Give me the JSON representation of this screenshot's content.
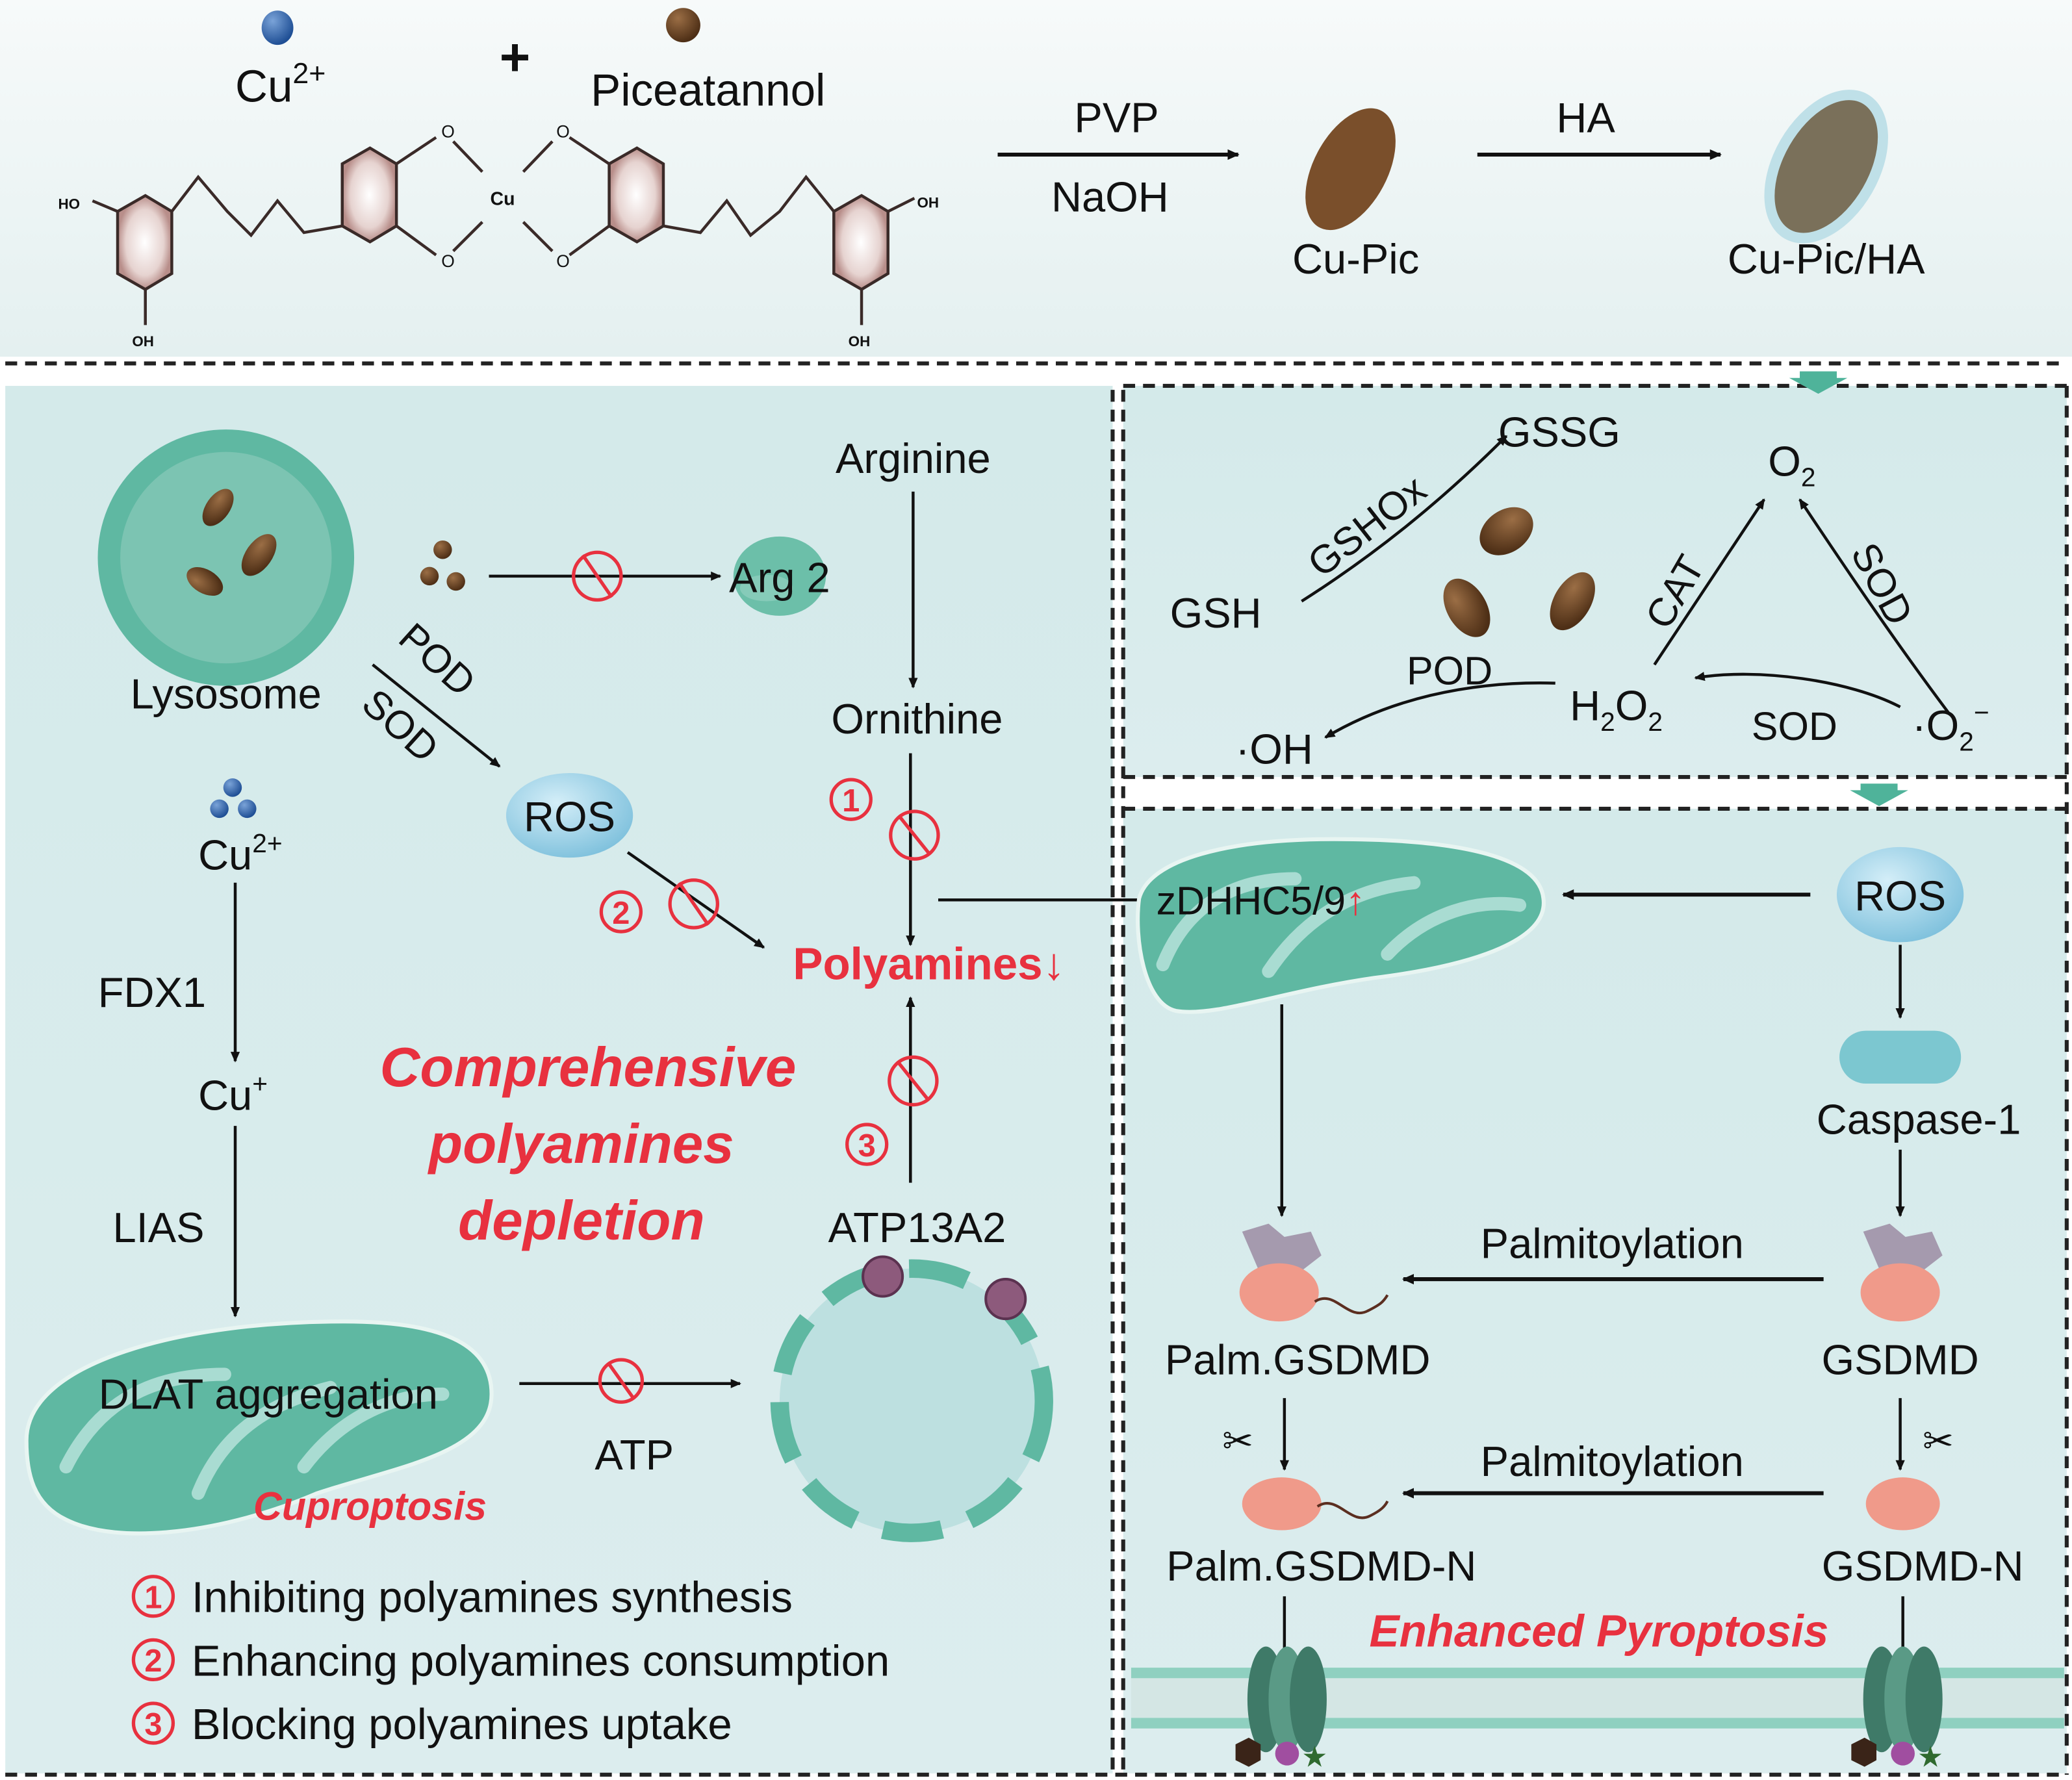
{
  "synthesis": {
    "cu_label": "Cu",
    "cu_sup": "2+",
    "plus": "+",
    "piceatannol_label": "Piceatannol",
    "complex_center": "Cu",
    "oxygen": "O",
    "ho": "HO",
    "oh": "OH",
    "step1_top": "PVP",
    "step1_bottom": "NaOH",
    "product1": "Cu-Pic",
    "step2_top": "HA",
    "product2": "Cu-Pic/HA"
  },
  "polyamine_panel": {
    "lysosome": "Lysosome",
    "arg2": "Arg 2",
    "arginine": "Arginine",
    "ornithine": "Ornithine",
    "pod": "POD",
    "sod": "SOD",
    "ros": "ROS",
    "polyamines": "Polyamines↓",
    "cu2": "Cu",
    "cu2_sup": "2+",
    "fdx1": "FDX1",
    "cu1": "Cu",
    "cu1_sup": "+",
    "lias": "LIAS",
    "dlat": "DLAT aggregation",
    "atp": "ATP",
    "atp13a2": "ATP13A2",
    "cuproptosis": "Cuproptosis",
    "headline": [
      "Comprehensive",
      "polyamines",
      "depletion"
    ],
    "markers": [
      "①",
      "②",
      "③"
    ],
    "legend": [
      {
        "marker": "①",
        "text": "Inhibiting polyamines synthesis"
      },
      {
        "marker": "②",
        "text": "Enhancing polyamines consumption"
      },
      {
        "marker": "③",
        "text": "Blocking polyamines uptake"
      }
    ]
  },
  "enzyme_panel": {
    "gsh": "GSH",
    "gssg": "GSSG",
    "gshox": "GSHOx",
    "o2": "O",
    "o2_sub": "2",
    "cat": "CAT",
    "sod_right": "SOD",
    "sod_bottom": "SOD",
    "pod": "POD",
    "h2o2_h": "H",
    "h2o2_sub1": "2",
    "h2o2_o": "O",
    "h2o2_sub2": "2",
    "oh_radical": "·OH",
    "superoxide": "·O",
    "superoxide_sub": "2",
    "superoxide_sup": "−"
  },
  "pyroptosis_panel": {
    "zdhhc": "zDHHC5/9",
    "zdhhc_arrow": "↑",
    "ros": "ROS",
    "caspase": "Caspase-1",
    "palmitoylation_1": "Palmitoylation",
    "palmitoylation_2": "Palmitoylation",
    "palm_gsdmd": "Palm.GSDMD",
    "gsdmd": "GSDMD",
    "palm_gsdmd_n": "Palm.GSDMD-N",
    "gsdmd_n": "GSDMD-N",
    "headline": "Enhanced Pyroptosis"
  },
  "colors": {
    "accent_red": "#e8313f",
    "teal": "#5fb8a2",
    "panel_bg": "#d9ecec",
    "particle_brown": "#6b4426",
    "copper_blue": "#2f62a8",
    "gsdmd_pink": "#f09a8a"
  }
}
